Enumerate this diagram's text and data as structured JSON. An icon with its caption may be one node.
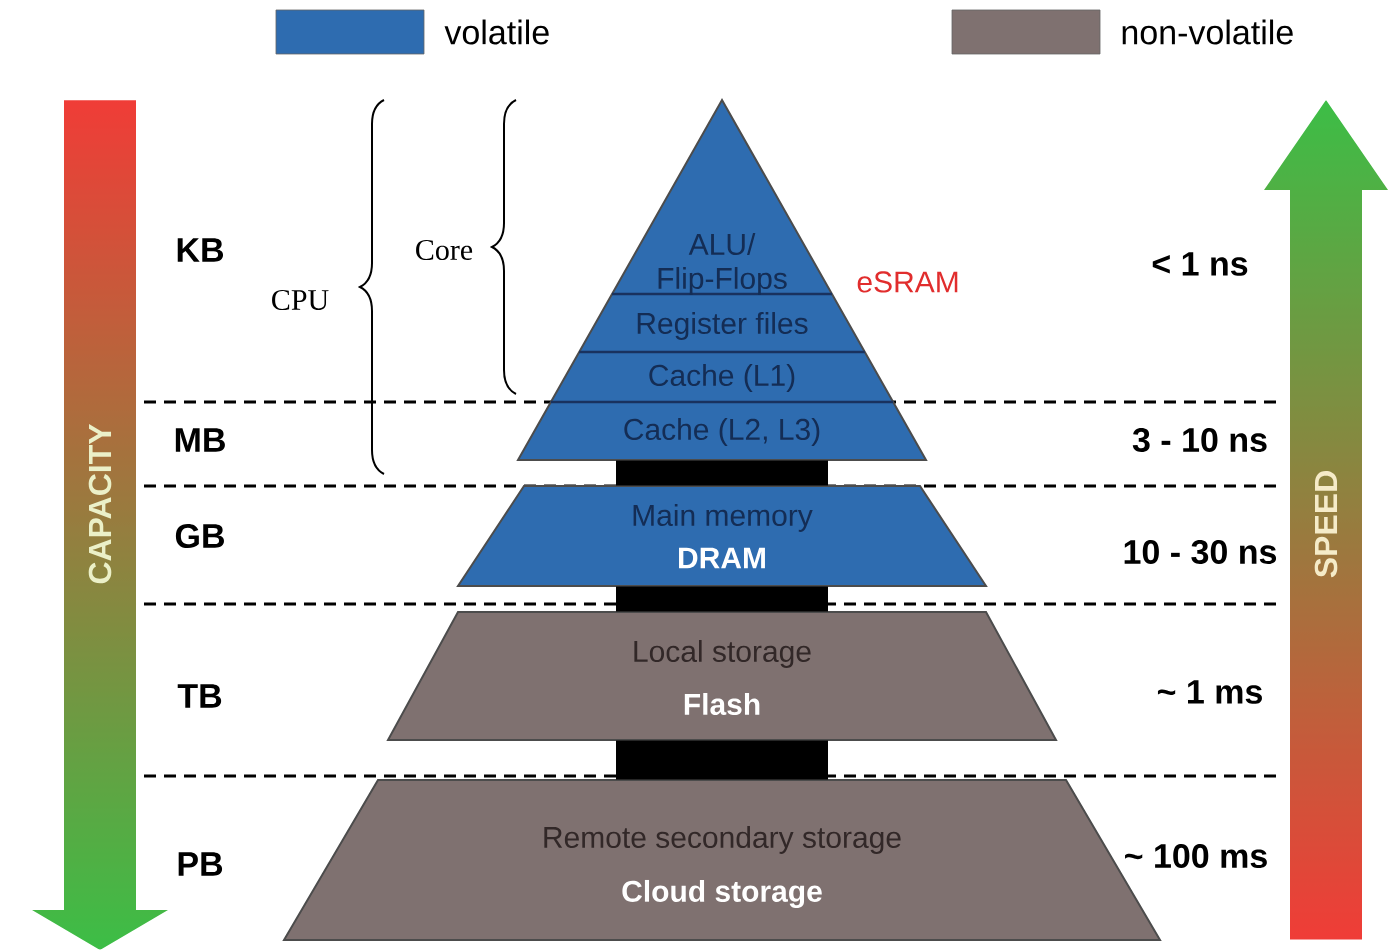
{
  "diagram": {
    "nodes": [
      {
        "text": [
          "ALU/ Flip-Flops",
          "Register files",
          "Cache (L1)",
          "Cache (L2, L3)"
        ],
        "beside": [
          "eSRAM"
        ]
      },
      {
        "text": [
          "Main memory",
          "DRAM"
        ]
      },
      {
        "text": [
          "Local storage",
          "Flash"
        ]
      },
      {
        "text": [
          "Remote secondary storage",
          "Cloud storage"
        ]
      }
    ],
    "edges": [
      {
        "from": 0,
        "to": 1,
        "arrow": "none"
      },
      {
        "from": 1,
        "to": 2,
        "arrow": "none"
      },
      {
        "from": 2,
        "to": 3,
        "arrow": "none"
      }
    ],
    "labels": [
      "Core",
      "CPU",
      "KB",
      "< 1 ns",
      "MB",
      "3 - 10 ns",
      "GB",
      "10 - 30 ns",
      "TB",
      "~ 1 ms",
      "PB",
      "~ 100 ms",
      "CAPACITY",
      "SPEED"
    ],
    "legend": [
      {
        "text": "volatile",
        "color": "#2e6cb0"
      },
      {
        "text": "non-volatile",
        "color": "#7f7170"
      }
    ]
  }
}
